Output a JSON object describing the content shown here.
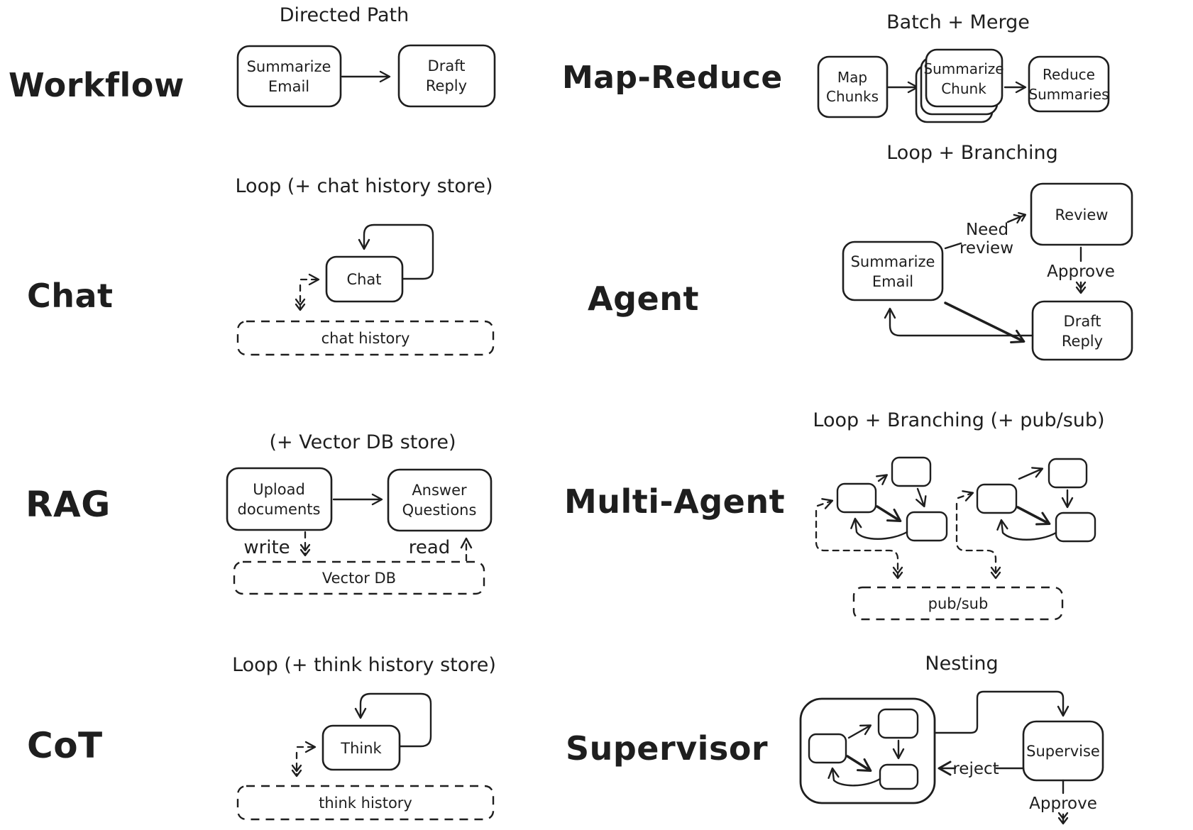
{
  "colors": {
    "ink": "#1e1e1e",
    "paper": "#ffffff"
  },
  "patterns": {
    "workflow": {
      "label": "Workflow",
      "title": "Directed Path",
      "node1_line1": "Summarize",
      "node1_line2": "Email",
      "node2_line1": "Draft",
      "node2_line2": "Reply"
    },
    "chat": {
      "label": "Chat",
      "title": "Loop (+ chat history store)",
      "node": "Chat",
      "store": "chat history"
    },
    "rag": {
      "label": "RAG",
      "title": "(+ Vector DB store)",
      "node1_line1": "Upload",
      "node1_line2": "documents",
      "node2_line1": "Answer",
      "node2_line2": "Questions",
      "edge_write": "write",
      "edge_read": "read",
      "store": "Vector DB"
    },
    "cot": {
      "label": "CoT",
      "title": "Loop (+ think history store)",
      "node": "Think",
      "store": "think history"
    },
    "map_reduce": {
      "label": "Map-Reduce",
      "title": "Batch + Merge",
      "node1_line1": "Map",
      "node1_line2": "Chunks",
      "node2_line1": "Summarize",
      "node2_line2": "Chunk",
      "node3_line1": "Reduce",
      "node3_line2": "Summaries"
    },
    "agent": {
      "label": "Agent",
      "title": "Loop + Branching",
      "node1_line1": "Summarize",
      "node1_line2": "Email",
      "node2": "Review",
      "node3_line1": "Draft",
      "node3_line2": "Reply",
      "edge_need_line1": "Need",
      "edge_need_line2": "review",
      "edge_approve": "Approve"
    },
    "multi_agent": {
      "label": "Multi-Agent",
      "title": "Loop + Branching (+ pub/sub)",
      "store": "pub/sub"
    },
    "supervisor": {
      "label": "Supervisor",
      "title": "Nesting",
      "node": "Supervise",
      "edge_reject": "reject",
      "edge_approve": "Approve"
    }
  }
}
